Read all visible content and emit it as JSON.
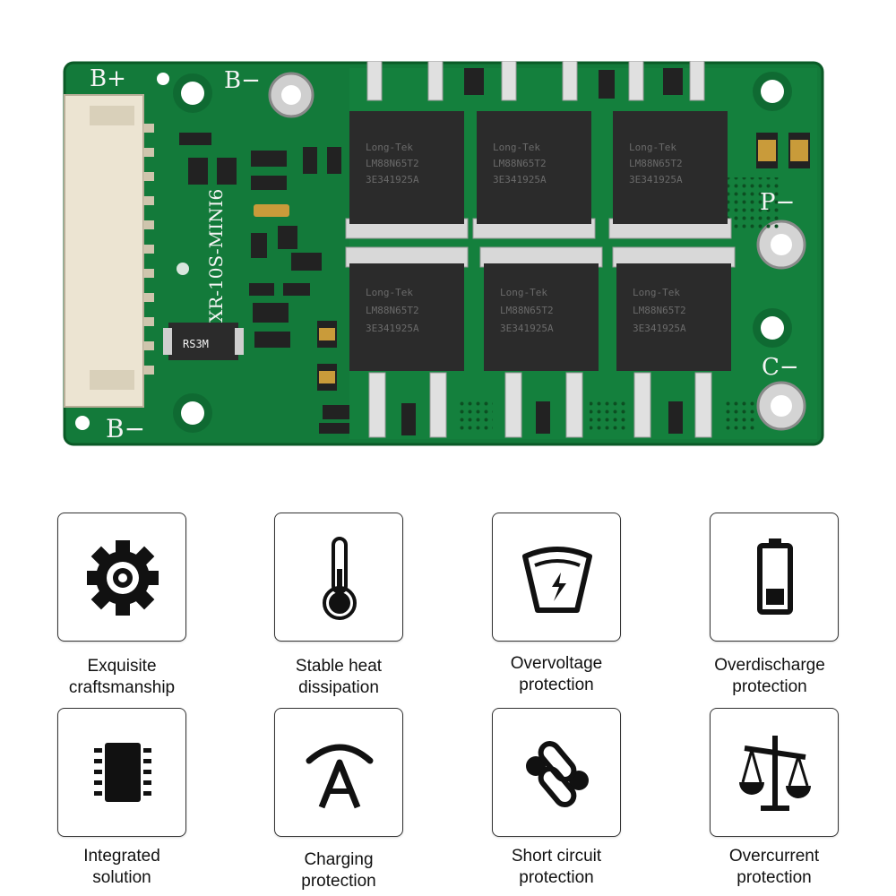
{
  "board": {
    "silkscreen": {
      "b_plus": "B+",
      "b_minus_top": "B−",
      "b_minus_bottom": "B−",
      "p_minus": "P−",
      "c_minus": "C−",
      "model": "XR-10S-MINI6",
      "resistor_marking": "RS3M"
    },
    "mosfet_markings": {
      "brand": "Long-Tek",
      "part": "LM88N65T2",
      "lot": "3E341925A"
    },
    "colors": {
      "pcb": "#137a3a",
      "pcb_dark": "#0d5f2b",
      "connector": "#ece4d2",
      "mosfet": "#2b2b2b",
      "pad": "#d8d8d8"
    }
  },
  "features": [
    {
      "id": "craftsmanship",
      "icon": "gear-icon",
      "line1": "Exquisite",
      "line2": "craftsmanship"
    },
    {
      "id": "heat",
      "icon": "thermometer-icon",
      "line1": "Stable heat",
      "line2": "dissipation"
    },
    {
      "id": "overvoltage",
      "icon": "voltage-gauge-icon",
      "line1": "Overvoltage",
      "line2": "protection"
    },
    {
      "id": "overdischarge",
      "icon": "battery-low-icon",
      "line1": "Overdischarge",
      "line2": "protection"
    },
    {
      "id": "integrated",
      "icon": "chip-icon",
      "line1": "Integrated",
      "line2": "solution"
    },
    {
      "id": "charging",
      "icon": "ampere-signal-icon",
      "line1": "Charging",
      "line2": "protection"
    },
    {
      "id": "short",
      "icon": "broken-link-icon",
      "line1": "Short circuit",
      "line2": "protection"
    },
    {
      "id": "overcurrent",
      "icon": "balance-scale-icon",
      "line1": "Overcurrent",
      "line2": "protection"
    }
  ]
}
